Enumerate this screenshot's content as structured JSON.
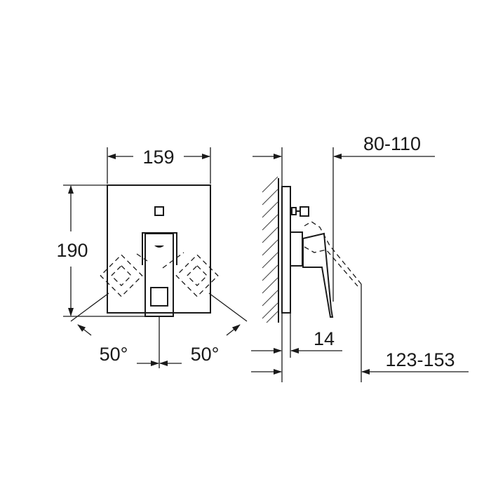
{
  "drawing": {
    "front_view": {
      "width_label": "159",
      "height_label": "190",
      "left_angle_label": "50°",
      "right_angle_label": "50°"
    },
    "side_view": {
      "projection_label": "80-110",
      "plate_depth_label": "14",
      "total_depth_label": "123-153"
    }
  },
  "colors": {
    "line": "#1a1a1a",
    "background": "#ffffff"
  }
}
